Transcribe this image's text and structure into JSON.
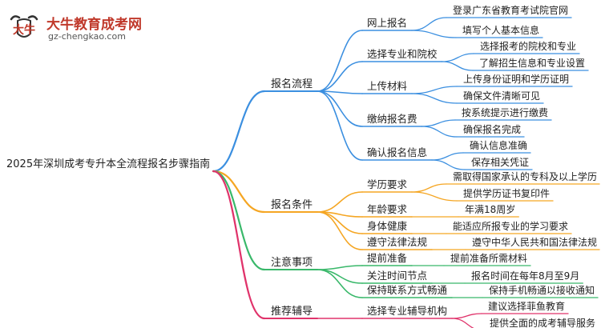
{
  "logo": {
    "icon": "bull-head-logo",
    "title": "大牛教育成考网",
    "url": "gz-chengkao.com"
  },
  "colors": {
    "root_text": "#222222",
    "branch1": "#3b8fe0",
    "branch2": "#f5a623",
    "branch3": "#39b86a",
    "branch4": "#e0336b",
    "logo_red": "#c0392b"
  },
  "mindmap": {
    "root": "2025年深圳成考专升本全流程报名步骤指南",
    "branches": [
      {
        "label": "报名流程",
        "children": [
          {
            "label": "网上报名",
            "leaves": [
              "登录广东省教育考试院官网",
              "填写个人基本信息"
            ]
          },
          {
            "label": "选择专业和院校",
            "leaves": [
              "选择报考的院校和专业",
              "了解招生信息和专业设置"
            ]
          },
          {
            "label": "上传材料",
            "leaves": [
              "上传身份证明和学历证明",
              "确保文件清晰可见"
            ]
          },
          {
            "label": "缴纳报名费",
            "leaves": [
              "按系统提示进行缴费",
              "确保报名完成"
            ]
          },
          {
            "label": "确认报名信息",
            "leaves": [
              "确认信息准确",
              "保存相关凭证"
            ]
          }
        ]
      },
      {
        "label": "报名条件",
        "children": [
          {
            "label": "学历要求",
            "leaves": [
              "需取得国家承认的专科及以上学历",
              "提供学历证书复印件"
            ]
          },
          {
            "label": "年龄要求",
            "leaves": [
              "年满18周岁"
            ]
          },
          {
            "label": "身体健康",
            "leaves": [
              "能适应所报专业的学习要求"
            ]
          },
          {
            "label": "遵守法律法规",
            "leaves": [
              "遵守中华人民共和国法律法规"
            ]
          }
        ]
      },
      {
        "label": "注意事项",
        "children": [
          {
            "label": "提前准备",
            "leaves": [
              "提前准备所需材料"
            ]
          },
          {
            "label": "关注时间节点",
            "leaves": [
              "报名时间在每年8月至9月"
            ]
          },
          {
            "label": "保持联系方式畅通",
            "leaves": [
              "保持手机畅通以接收通知"
            ]
          }
        ]
      },
      {
        "label": "推荐辅导",
        "children": [
          {
            "label": "选择专业辅导机构",
            "leaves": [
              "建议选择菲鱼教育",
              "提供全面的成考辅导服务"
            ]
          }
        ]
      }
    ]
  }
}
